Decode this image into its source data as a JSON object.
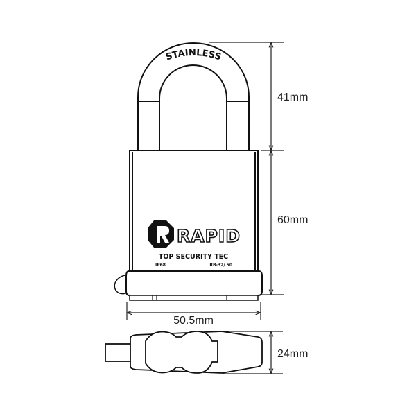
{
  "shackle": {
    "engraving": "STAINLESS"
  },
  "body": {
    "logo_text": "RAPID",
    "tagline": "TOP SECURITY TEC",
    "rating": "IP68",
    "model": "RB-32/ 50"
  },
  "dimensions": {
    "shackle_height": "41mm",
    "body_height": "60mm",
    "body_width": "50.5mm",
    "body_depth": "24mm"
  },
  "colors": {
    "line": "#111111",
    "background": "#ffffff"
  }
}
